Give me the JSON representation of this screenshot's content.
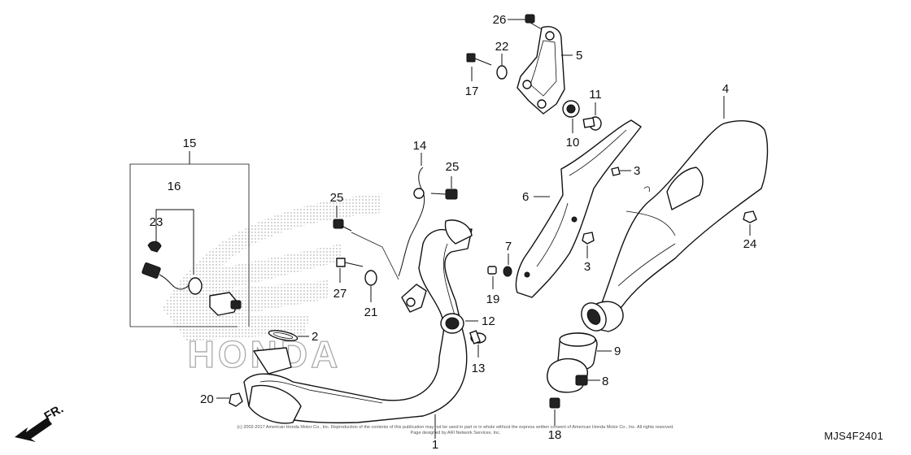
{
  "callouts": [
    {
      "id": "1",
      "label": "1"
    },
    {
      "id": "2",
      "label": "2"
    },
    {
      "id": "3a",
      "label": "3"
    },
    {
      "id": "3b",
      "label": "3"
    },
    {
      "id": "4",
      "label": "4"
    },
    {
      "id": "5",
      "label": "5"
    },
    {
      "id": "6",
      "label": "6"
    },
    {
      "id": "7",
      "label": "7"
    },
    {
      "id": "8",
      "label": "8"
    },
    {
      "id": "9",
      "label": "9"
    },
    {
      "id": "10",
      "label": "10"
    },
    {
      "id": "11",
      "label": "11"
    },
    {
      "id": "12",
      "label": "12"
    },
    {
      "id": "13",
      "label": "13"
    },
    {
      "id": "14",
      "label": "14"
    },
    {
      "id": "15",
      "label": "15"
    },
    {
      "id": "16",
      "label": "16"
    },
    {
      "id": "17",
      "label": "17"
    },
    {
      "id": "18",
      "label": "18"
    },
    {
      "id": "19",
      "label": "19"
    },
    {
      "id": "20",
      "label": "20"
    },
    {
      "id": "21",
      "label": "21"
    },
    {
      "id": "22",
      "label": "22"
    },
    {
      "id": "23",
      "label": "23"
    },
    {
      "id": "24",
      "label": "24"
    },
    {
      "id": "25a",
      "label": "25"
    },
    {
      "id": "25b",
      "label": "25"
    },
    {
      "id": "26",
      "label": "26"
    },
    {
      "id": "27",
      "label": "27"
    }
  ],
  "front_indicator": "FR.",
  "diagram_code": "MJS4F2401",
  "watermark_text": "HONDA",
  "copyright_line1": "(c) 2002-2017 American Honda Motor Co., Inc. Reproduction of the contents of this publication may not be used in part or in whole without the express written consent of American Honda Motor Co., Inc. All rights reserved.",
  "copyright_line2": "Page designed by ARI Network Services, Inc."
}
